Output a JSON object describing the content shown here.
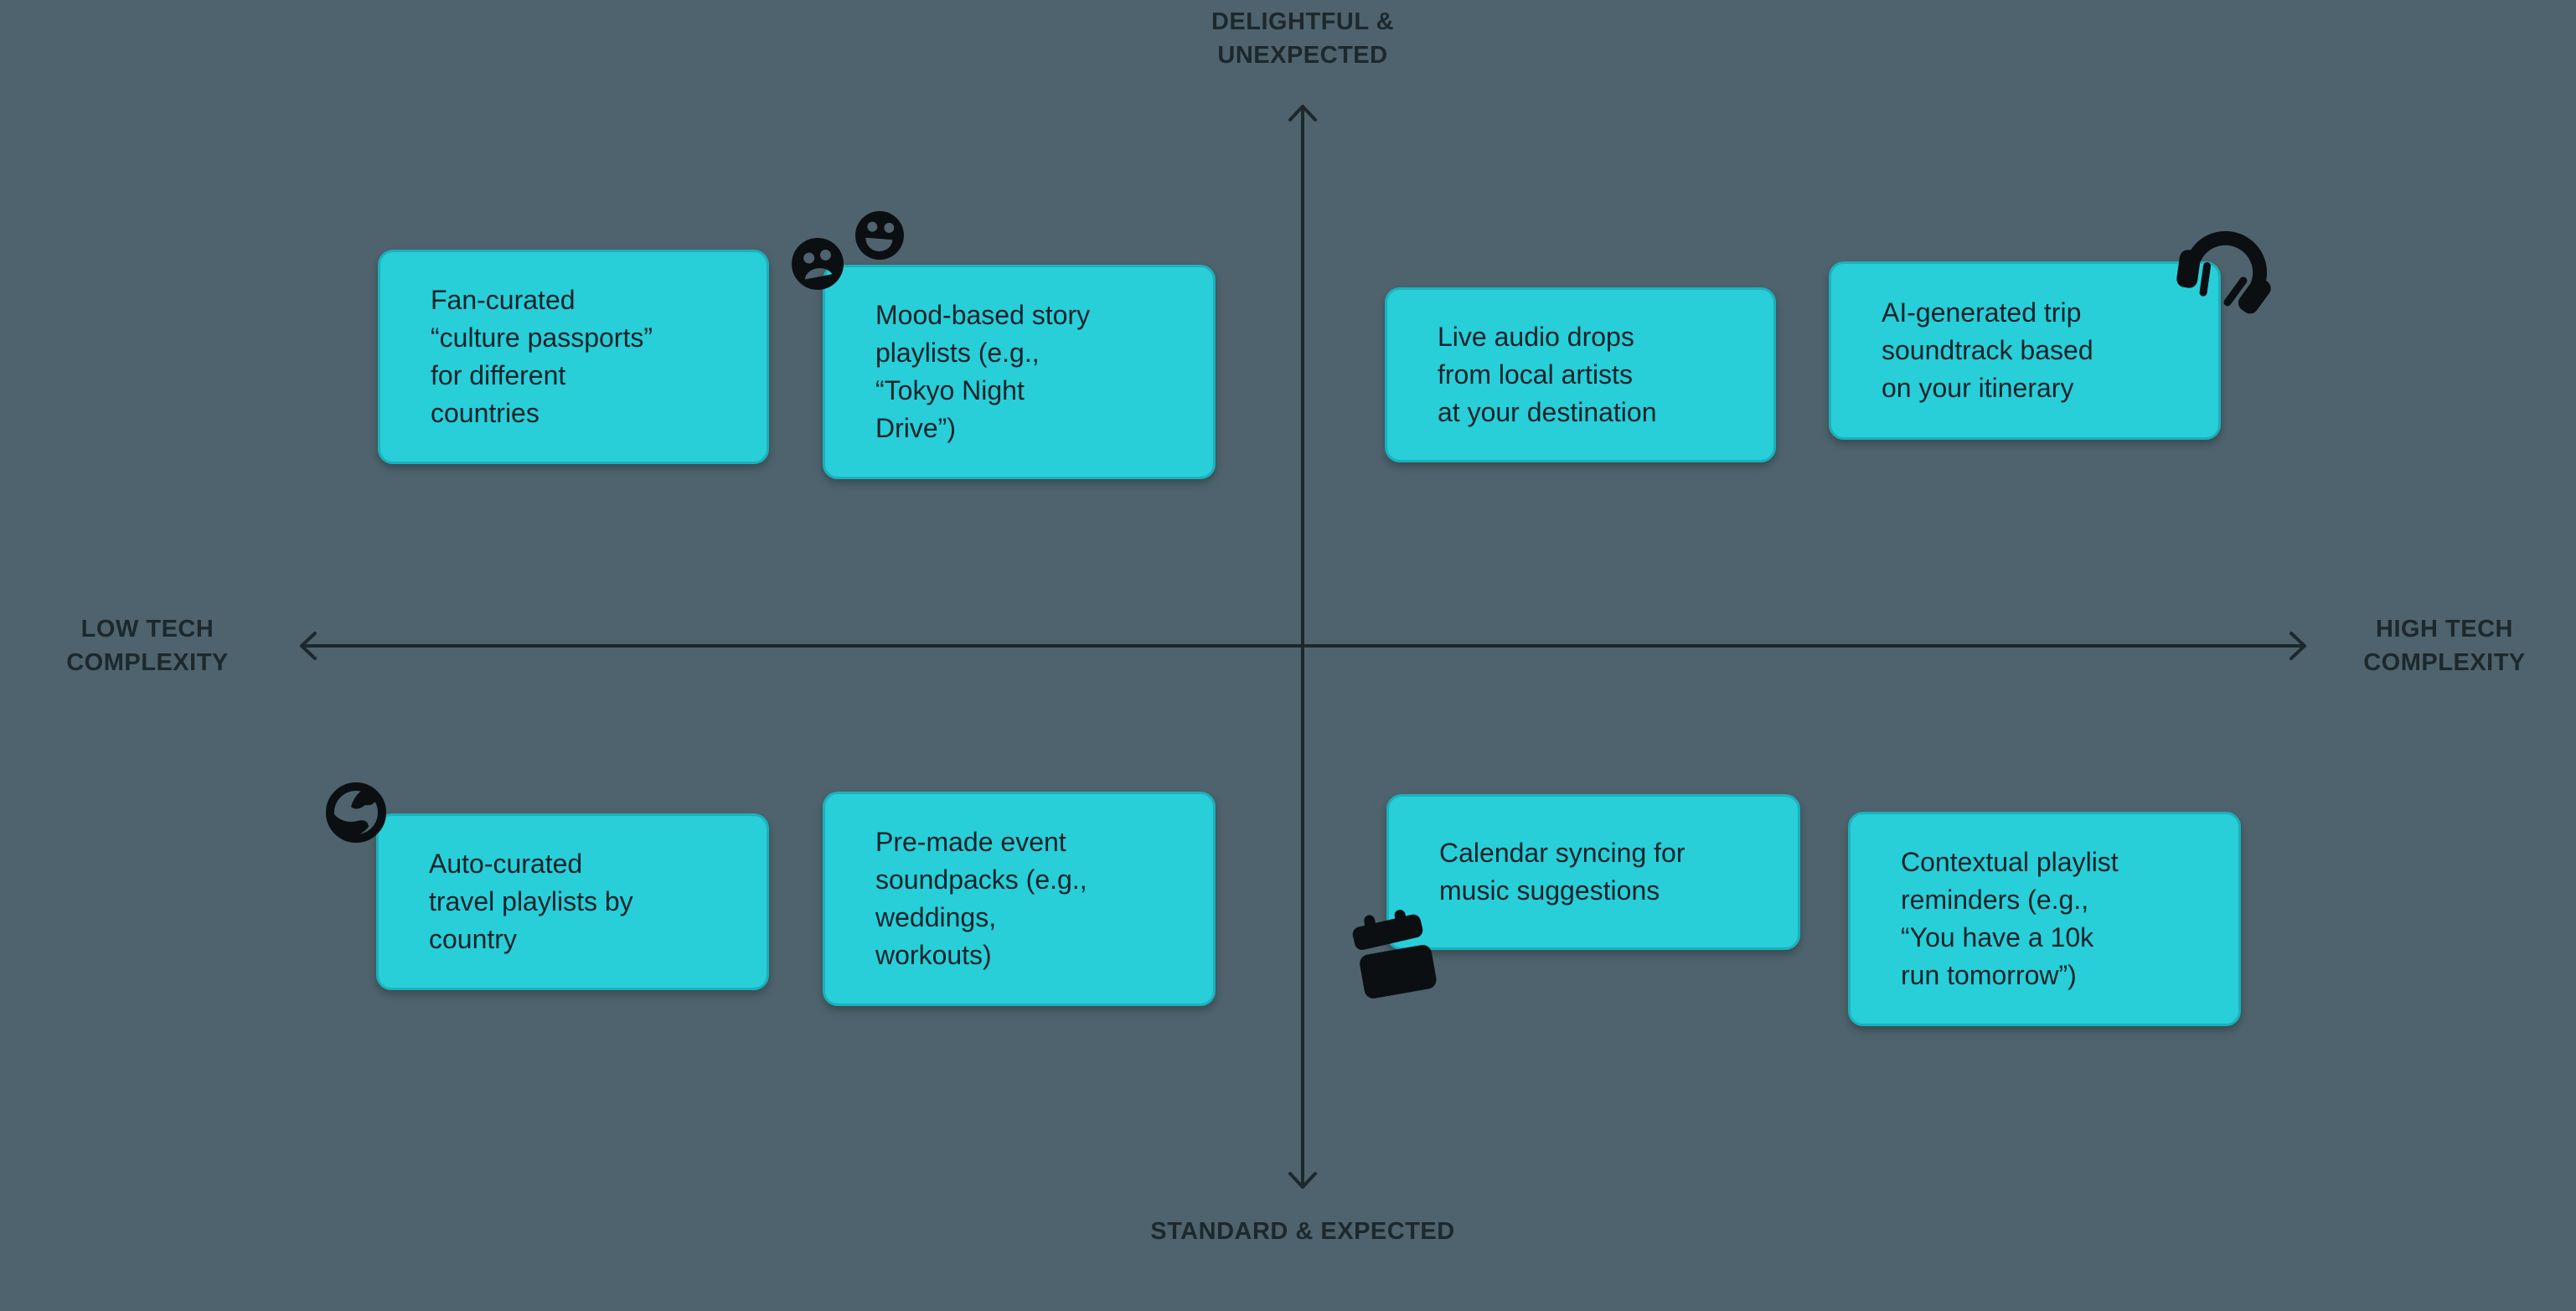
{
  "colors": {
    "background": "#4e636d",
    "note_fill": "#28ced8",
    "note_edge": "#1bb1bc",
    "ink": "#14232a",
    "axis": "#1d282d"
  },
  "axes": {
    "top_label": "DELIGHTFUL &\nUNEXPECTED",
    "bottom_label": "STANDARD & EXPECTED",
    "left_label": "LOW TECH\nCOMPLEXITY",
    "right_label": "HIGH TECH\nCOMPLEXITY"
  },
  "notes": {
    "fan_culture_passports": "Fan-curated\n“culture passports”\nfor different\ncountries",
    "mood_story_playlists": "Mood-based story\nplaylists (e.g.,\n“Tokyo Night\nDrive”)",
    "live_audio_drops": "Live audio drops\nfrom local artists\nat your destination",
    "ai_trip_soundtrack": "AI-generated trip\nsoundtrack based\non your itinerary",
    "auto_travel_playlists": "Auto-curated\ntravel playlists by\ncountry",
    "premade_soundpacks": "Pre-made event\nsoundpacks (e.g.,\nweddings,\nworkouts)",
    "calendar_syncing": "Calendar syncing for\nmusic suggestions",
    "contextual_reminders": "Contextual playlist\nreminders (e.g.,\n“You have a 10k\nrun tomorrow”)"
  },
  "icons": {
    "frowning_face": "frowning-face-icon",
    "smiling_face": "smiling-face-icon",
    "headphones": "headphones-icon",
    "globe": "globe-icon",
    "calendar": "calendar-icon"
  }
}
